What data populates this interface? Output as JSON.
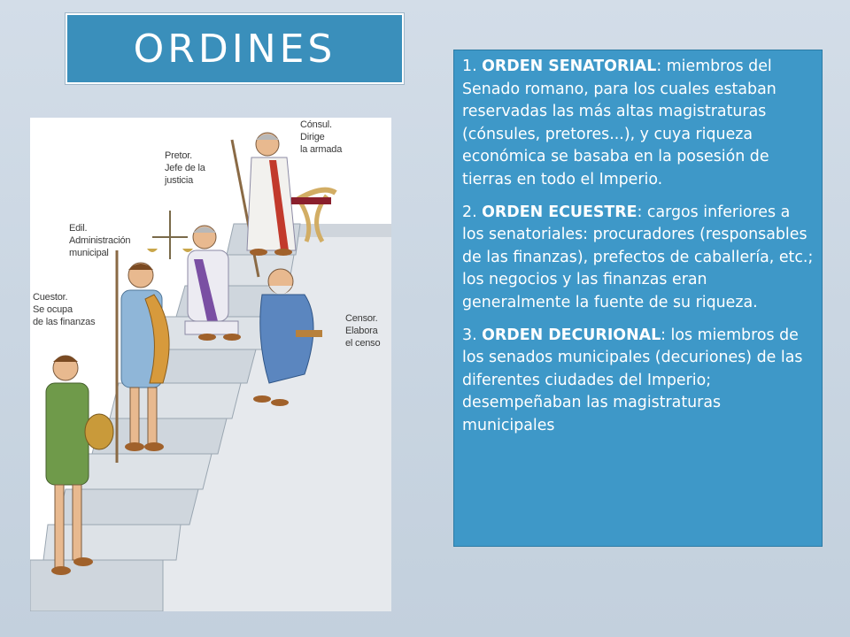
{
  "slide": {
    "title": "ORDINES",
    "orders": [
      {
        "number": "1. ",
        "name": "ORDEN SENATORIAL",
        "description": ": miembros del Senado romano, para los cuales estaban reservadas las más altas magistraturas  (cónsules, pretores...), y cuya riqueza económica se basaba en la posesión de tierras  en todo el Imperio."
      },
      {
        "number": "2. ",
        "name": "ORDEN ECUESTRE",
        "description": ": cargos inferiores a los senatoriales: procuradores (responsables de las finanzas), prefectos de caballería, etc.;  los negocios y las finanzas eran generalmente la fuente de su riqueza."
      },
      {
        "number": "3. ",
        "name": "ORDEN DECURIONAL",
        "description": ": los miembros de los senados municipales (decuriones) de las diferentes ciudades del Imperio; desempeñaban las magistraturas municipales"
      }
    ],
    "illustration": {
      "labels": {
        "consul": "Cónsul.\nDirige\nla armada",
        "pretor": "Pretor.\nJefe de la\njusticia",
        "edil": "Edil.\nAdministración\nmunicipal",
        "cuestor": "Cuestor.\nSe ocupa\nde las finanzas",
        "censor": "Censor.\nElabora\nel censo"
      }
    }
  },
  "colors": {
    "title_bg": "#3a8fbb",
    "panel_bg": "#3e98c8",
    "text": "#ffffff",
    "background": "#cdd8e4"
  }
}
